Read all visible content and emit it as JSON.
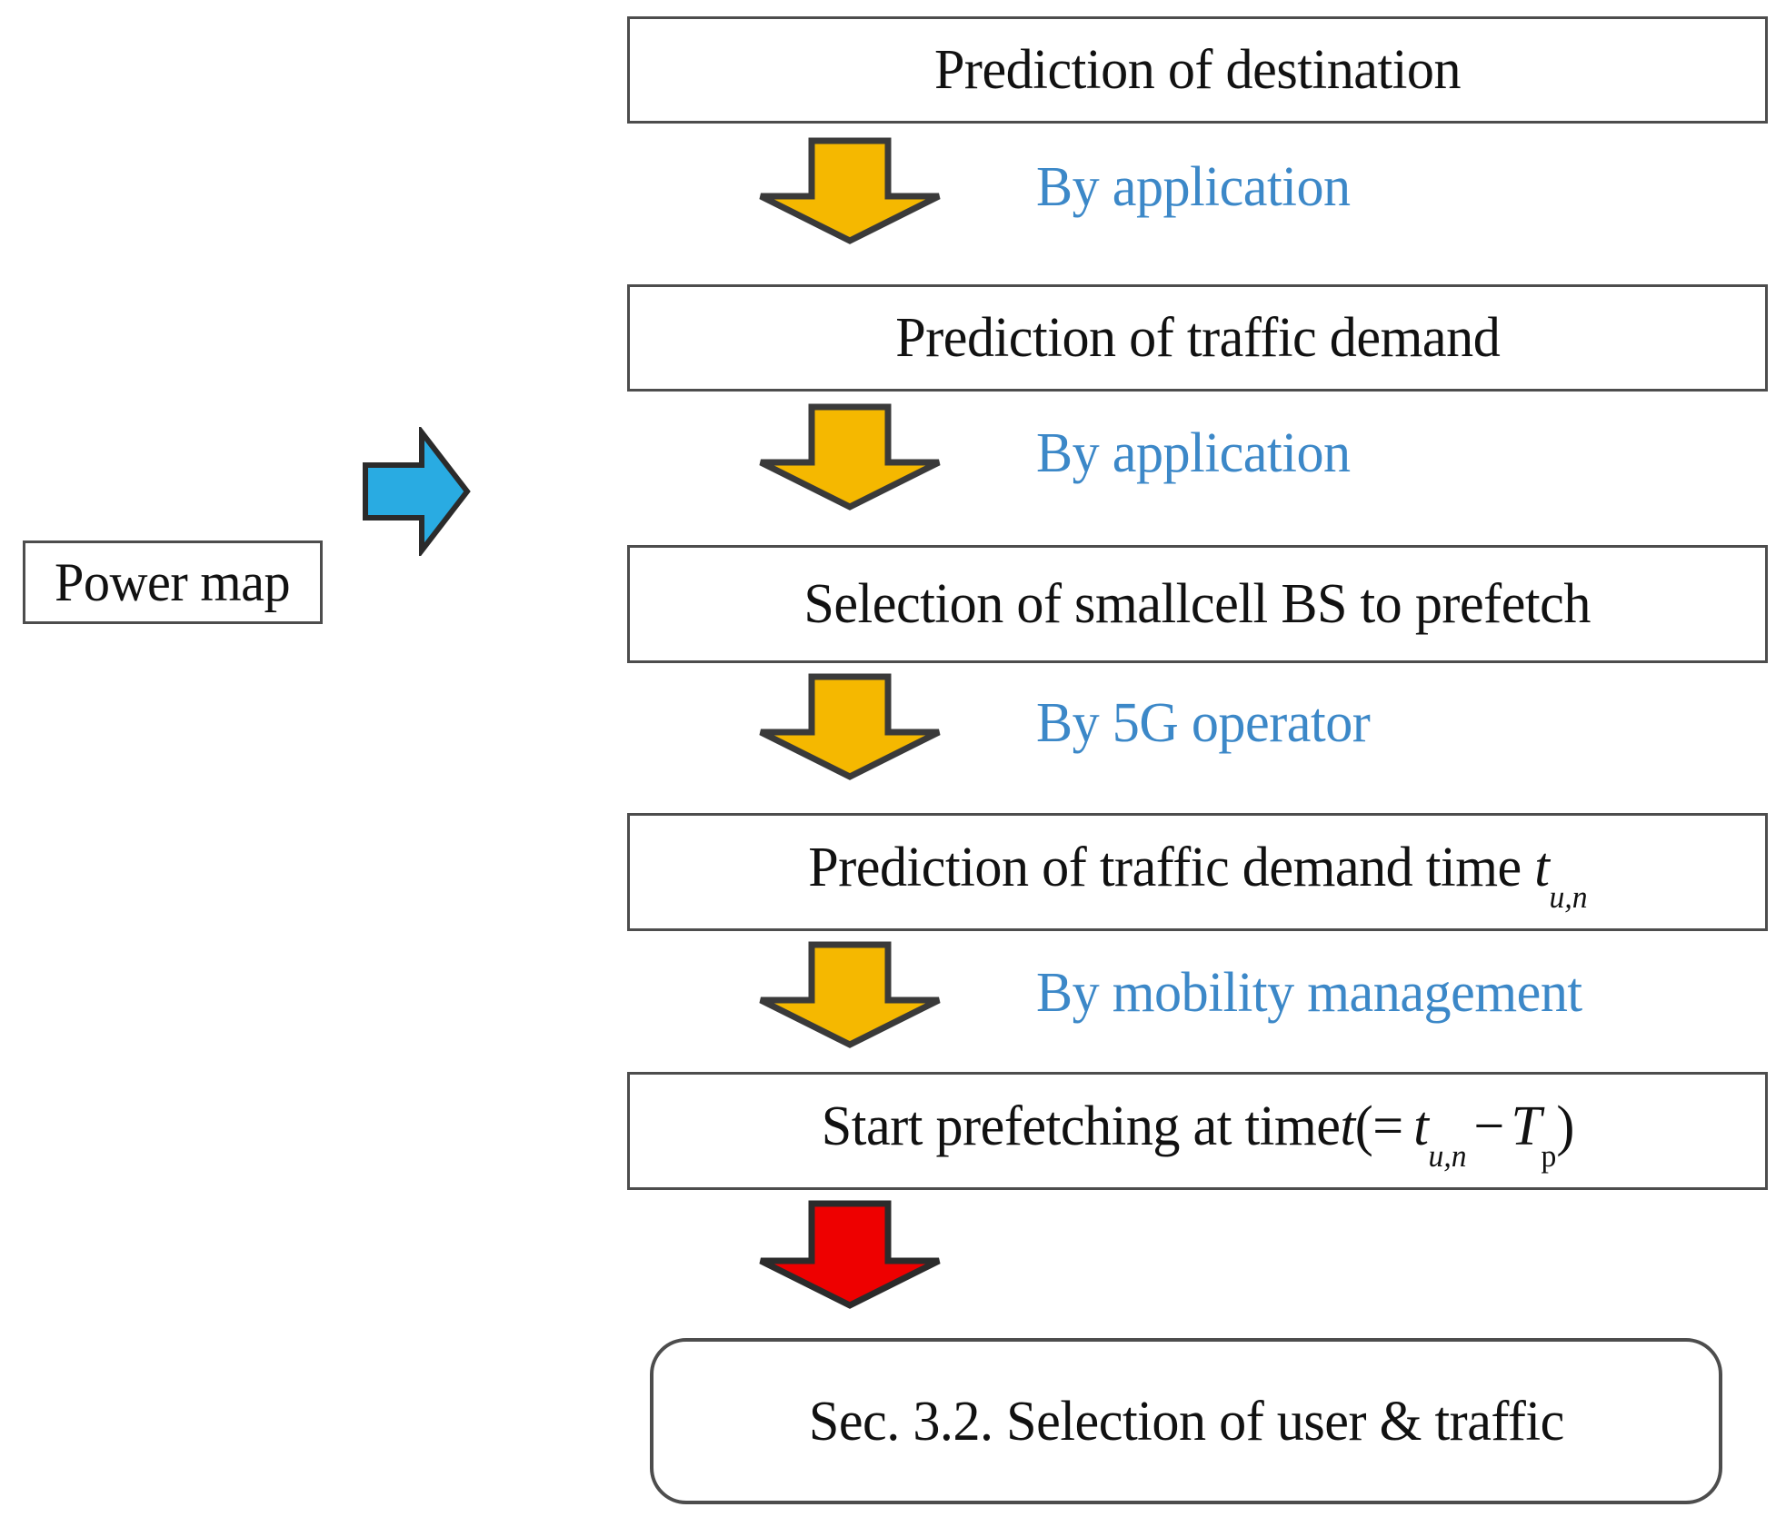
{
  "diagram": {
    "type": "flowchart",
    "title": "Prefetching procedure flow",
    "colors": {
      "box_border": "#4D4D4D",
      "box_fill": "#FFFFFF",
      "text": "#111111",
      "annotation_blue": "#3C88C8",
      "arrow_yellow": "#F5B800",
      "arrow_yellow_border": "#3A3A3A",
      "arrow_red": "#EE0000",
      "arrow_blue": "#29ABE2",
      "background": "#FFFFFF"
    }
  },
  "source": {
    "label": "Power map",
    "connector_icon": "right-arrow-icon"
  },
  "steps": [
    {
      "id": "step-1",
      "label": "Prediction of destination",
      "shape": "rectangle"
    },
    {
      "id": "step-2",
      "label": "Prediction of traffic demand",
      "shape": "rectangle"
    },
    {
      "id": "step-3",
      "label": "Selection of smallcell BS to prefetch",
      "shape": "rectangle"
    },
    {
      "id": "step-4",
      "label_prefix": "Prediction of traffic demand time ",
      "label_var": "t",
      "label_sub": "u,n",
      "shape": "rectangle",
      "label_plain": "Prediction of traffic demand time t(u,n)"
    },
    {
      "id": "step-5",
      "label_plain": "Start prefetching at time t(= t(u,n) − T(p))",
      "shape": "rectangle",
      "formula": {
        "prefix": "Start prefetching at time",
        "var1": "t",
        "open": "(= ",
        "var2": "t",
        "sub2": "u,n",
        "minus": "−",
        "var3": "T",
        "sub3": "p",
        "close": ")"
      }
    },
    {
      "id": "step-6",
      "label": "Sec. 3.2. Selection of user & traffic",
      "shape": "rounded-rectangle"
    }
  ],
  "annotations": [
    {
      "id": "anno-1",
      "label": "By application",
      "icon": "down-arrow-icon",
      "arrow_color": "#F5B800"
    },
    {
      "id": "anno-2",
      "label": "By application",
      "icon": "down-arrow-icon",
      "arrow_color": "#F5B800"
    },
    {
      "id": "anno-3",
      "label": "By 5G operator",
      "icon": "down-arrow-icon",
      "arrow_color": "#F5B800"
    },
    {
      "id": "anno-4",
      "label": "By mobility management",
      "icon": "down-arrow-icon",
      "arrow_color": "#F5B800"
    },
    {
      "id": "anno-5",
      "label": "",
      "icon": "down-arrow-icon",
      "arrow_color": "#EE0000"
    }
  ]
}
